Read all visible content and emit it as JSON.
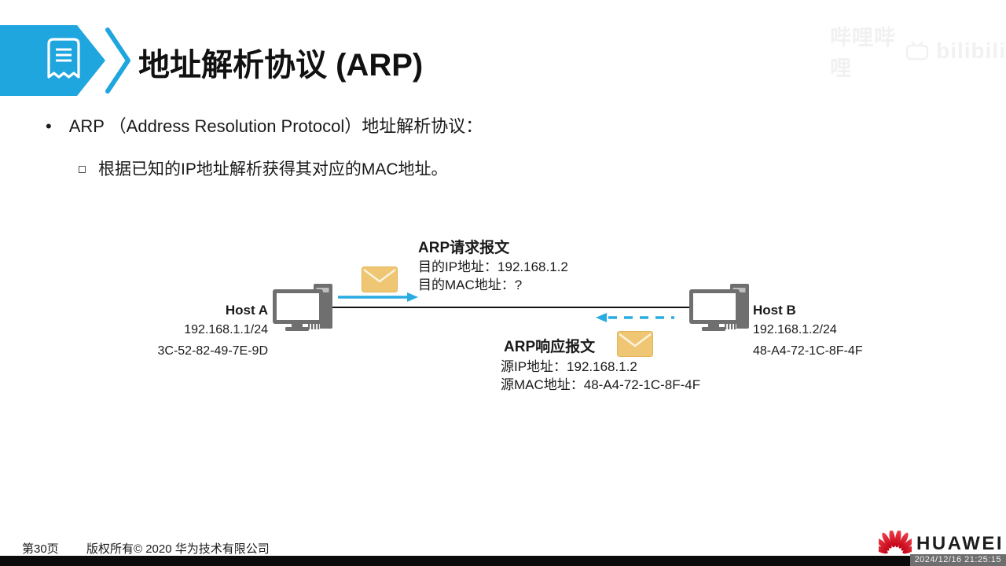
{
  "header": {
    "title": "地址解析协议 (ARP)",
    "banner_color": "#1FA6DF"
  },
  "bullets": {
    "main": "ARP （Address Resolution Protocol）地址解析协议：",
    "sub": "根据已知的IP地址解析获得其对应的MAC地址。"
  },
  "diagram": {
    "host_a": {
      "name": "Host A",
      "ip": "192.168.1.1/24",
      "mac": "3C-52-82-49-7E-9D"
    },
    "host_b": {
      "name": "Host B",
      "ip": "192.168.1.2/24",
      "mac": "48-A4-72-1C-8F-4F"
    },
    "request": {
      "title": "ARP请求报文",
      "line1": "目的IP地址：192.168.1.2",
      "line2": "目的MAC地址：?"
    },
    "reply": {
      "title": "ARP响应报文",
      "line1": "源IP地址：192.168.1.2",
      "line2": "源MAC地址：48-A4-72-1C-8F-4F"
    },
    "colors": {
      "arrow_blue": "#29ABE2",
      "envelope_fill": "#EFC673",
      "host_gray": "#6F6F6F"
    }
  },
  "footer": {
    "page": "第30页",
    "copyright": "版权所有© 2020 华为技术有限公司",
    "logo_text": "HUAWEI",
    "logo_red": "#E2001A"
  },
  "overlay": {
    "timestamp": "2024/12/16 21:25:15",
    "watermark_cn": "哔哩哔哩",
    "watermark_en": "bilibili"
  }
}
